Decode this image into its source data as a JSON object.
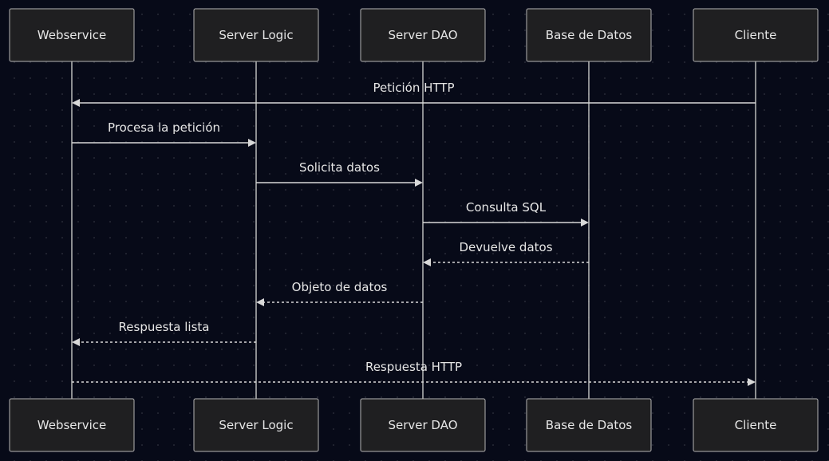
{
  "participants": [
    {
      "id": "webservice",
      "label": "Webservice"
    },
    {
      "id": "server-logic",
      "label": "Server Logic"
    },
    {
      "id": "server-dao",
      "label": "Server DAO"
    },
    {
      "id": "base-de-datos",
      "label": "Base de Datos"
    },
    {
      "id": "cliente",
      "label": "Cliente"
    }
  ],
  "messages": [
    {
      "from": "cliente",
      "to": "webservice",
      "label": "Petición HTTP",
      "style": "solid"
    },
    {
      "from": "webservice",
      "to": "server-logic",
      "label": "Procesa la petición",
      "style": "solid"
    },
    {
      "from": "server-logic",
      "to": "server-dao",
      "label": "Solicita datos",
      "style": "solid"
    },
    {
      "from": "server-dao",
      "to": "base-de-datos",
      "label": "Consulta SQL",
      "style": "solid"
    },
    {
      "from": "base-de-datos",
      "to": "server-dao",
      "label": "Devuelve datos",
      "style": "dashed"
    },
    {
      "from": "server-dao",
      "to": "server-logic",
      "label": "Objeto de datos",
      "style": "dashed"
    },
    {
      "from": "server-logic",
      "to": "webservice",
      "label": "Respuesta lista",
      "style": "dashed"
    },
    {
      "from": "webservice",
      "to": "cliente",
      "label": "Respuesta HTTP",
      "style": "dashed"
    }
  ],
  "colors": {
    "background": "#070a18",
    "actor_fill": "#1f1f21",
    "actor_border": "#b4b4b4",
    "line": "#d8d8d8",
    "text": "#e6e6e6"
  }
}
